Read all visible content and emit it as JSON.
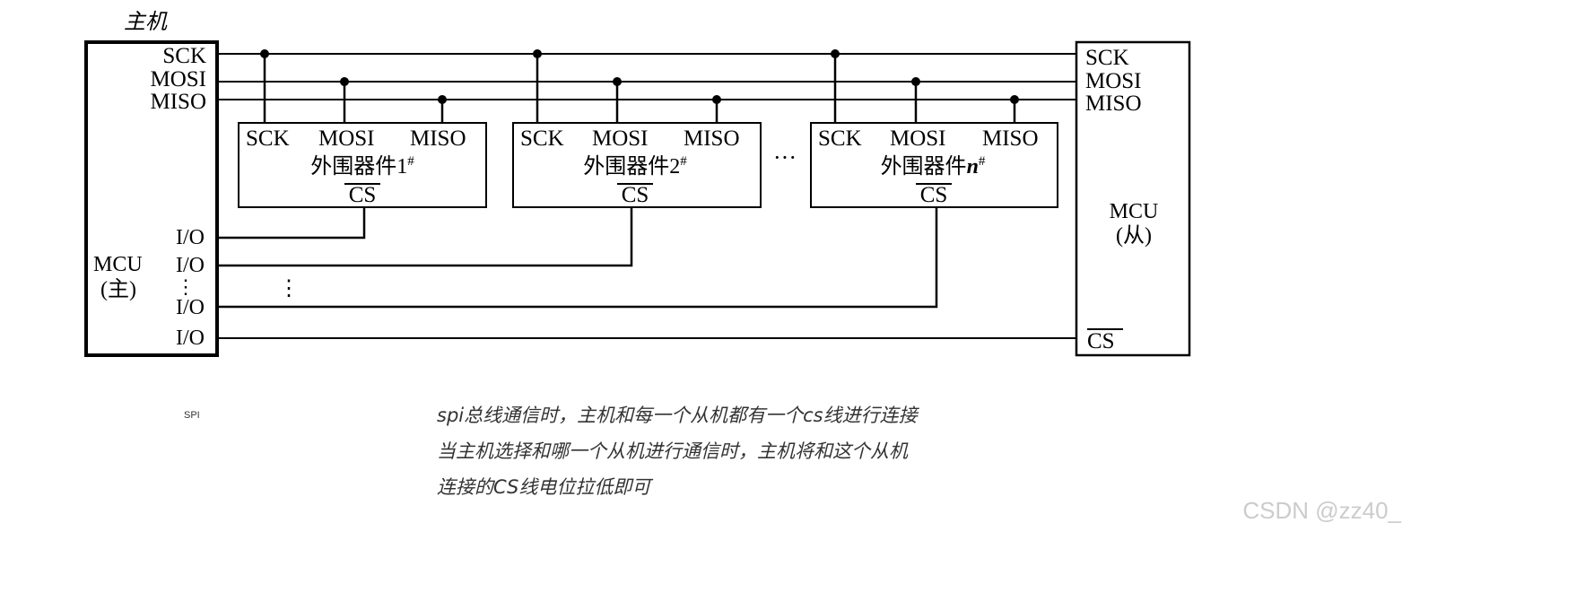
{
  "master": {
    "caption": "主机",
    "signals": [
      "SCK",
      "MOSI",
      "MISO"
    ],
    "mcu_line1": "MCU",
    "mcu_line2": "(主)",
    "io_label": "I/O",
    "vdots": "⋮"
  },
  "peripherals": [
    {
      "pins": [
        "SCK",
        "MOSI",
        "MISO"
      ],
      "name": "外围器件",
      "index": "1",
      "suffix": "#",
      "index_italic": false,
      "cs": "CS"
    },
    {
      "pins": [
        "SCK",
        "MOSI",
        "MISO"
      ],
      "name": "外围器件",
      "index": "2",
      "suffix": "#",
      "index_italic": false,
      "cs": "CS"
    },
    {
      "pins": [
        "SCK",
        "MOSI",
        "MISO"
      ],
      "name": "外围器件",
      "index": "n",
      "suffix": "#",
      "index_italic": true,
      "cs": "CS"
    }
  ],
  "between_dots": "···",
  "io_dots": "⋮",
  "slave": {
    "signals": [
      "SCK",
      "MOSI",
      "MISO"
    ],
    "mcu_line1": "MCU",
    "mcu_line2": "(从)",
    "cs": "CS"
  },
  "small_label": "SPI",
  "notes": [
    "spi总线通信时，主机和每一个从机都有一个cs线进行连接",
    "当主机选择和哪一个从机进行通信时，主机将和这个从机",
    "连接的CS线电位拉低即可"
  ],
  "watermark": "CSDN @zz40_",
  "colors": {
    "line": "#000000",
    "note": "#333333",
    "watermark": "#cccccc"
  }
}
